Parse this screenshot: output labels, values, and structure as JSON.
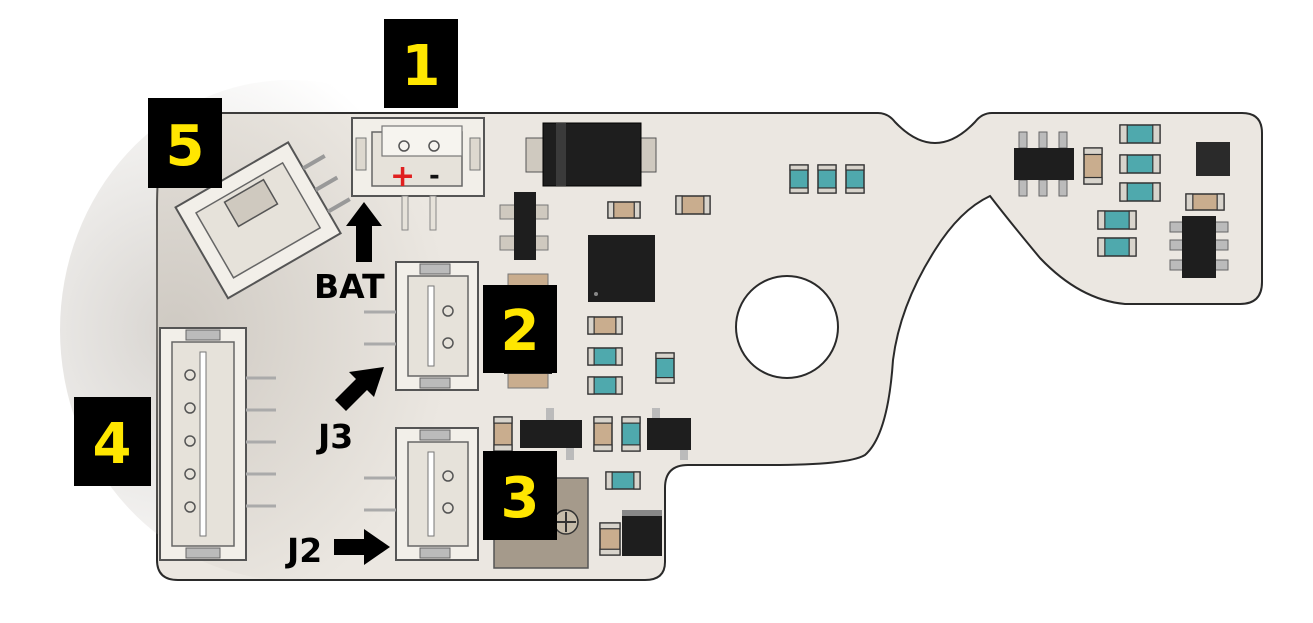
{
  "diagram": {
    "callouts": [
      {
        "id": "1",
        "text": "1"
      },
      {
        "id": "2",
        "text": "2"
      },
      {
        "id": "3",
        "text": "3"
      },
      {
        "id": "4",
        "text": "4"
      },
      {
        "id": "5",
        "text": "5"
      }
    ],
    "connector_labels": {
      "bat": "BAT",
      "j3": "J3",
      "j2": "J2"
    },
    "polarity": {
      "plus": "+",
      "minus": "-"
    }
  },
  "colors": {
    "board": "#ebe7e1",
    "board_edge": "#2a2a2a",
    "connector_body": "#f2efe9",
    "callout_box": "#000000",
    "callout_text": "#ffe600",
    "ceramic_cap": "#4fa9ad",
    "resistor": "#c9ad8e",
    "ic": "#1e1e1e",
    "polarity_plus": "#e02020"
  }
}
